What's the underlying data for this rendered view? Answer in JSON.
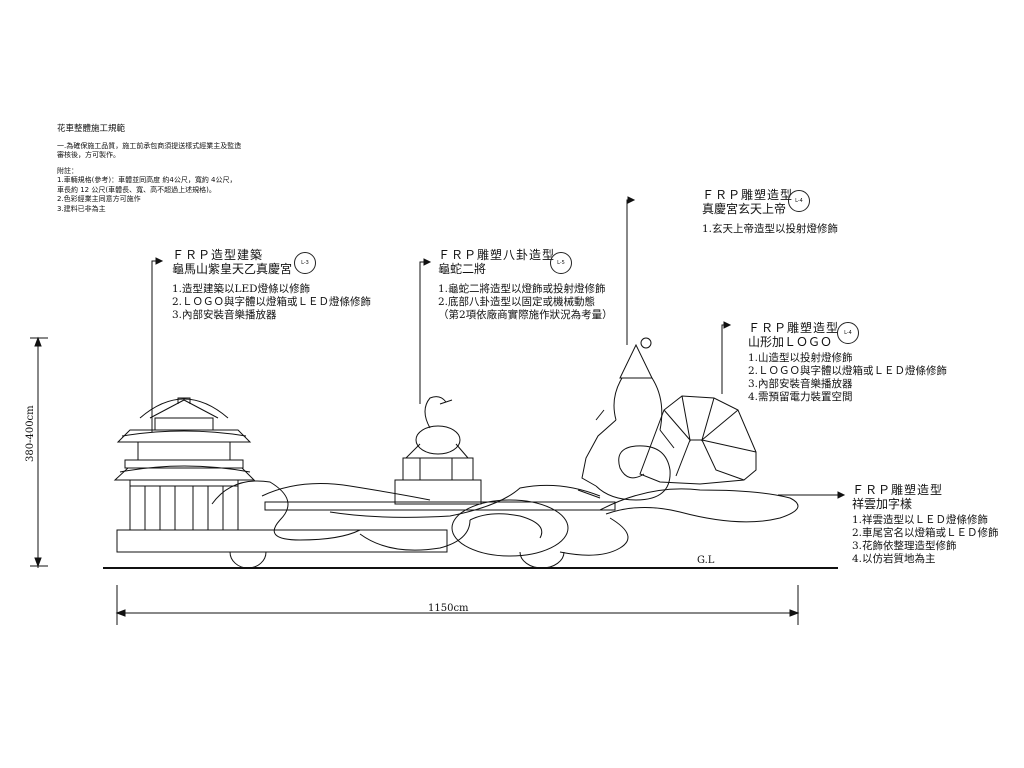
{
  "notes": {
    "title": "花車整體施工規範",
    "lines": [
      "一.為確保施工品質，施工前承包商須提送樣式經業主及監造",
      "審核後，方可製作。"
    ],
    "appendix_title": "附註：",
    "appendix": [
      "1.車輛規格(參考)：車體並同高度 約4公尺，寬約 4公尺，",
      "車長約 12 公尺(車體長、寬、高不超過上述規格)。",
      "2.色彩經業主同意方可施作",
      "3.建料已非為主"
    ]
  },
  "labels": [
    {
      "id": "L-3",
      "title": "ＦＲＰ造型建築",
      "subtitle": "龜馬山紫皇天乙真慶宮",
      "items": [
        "1.造型建築以LED燈條以修飾",
        "2.ＬＯＧＯ與字體以燈箱或ＬＥＤ燈條修飾",
        "3.內部安裝音樂播放器"
      ]
    },
    {
      "id": "L-5",
      "title": "ＦＲＰ雕塑八卦造型",
      "subtitle": "龜蛇二將",
      "items": [
        "1.龜蛇二將造型以燈飾或投射燈修飾",
        "2.底部八卦造型以固定或機械動態",
        "（第2項依廠商實際施作狀況為考量）"
      ]
    },
    {
      "id": "L-4",
      "title": "ＦＲＰ雕塑造型",
      "subtitle": "真慶宮玄天上帝",
      "items": [
        "1.玄天上帝造型以投射燈修飾"
      ]
    },
    {
      "id": "L-4",
      "title": "ＦＲＰ雕塑造型",
      "subtitle": "山形加ＬＯＧＯ",
      "items": [
        "1.山造型以投射燈修飾",
        "2.ＬＯＧＯ與字體以燈箱或ＬＥＤ燈條修飾",
        "3.內部安裝音樂播放器",
        "4.需預留電力裝置空間"
      ]
    },
    {
      "id": "",
      "title": "ＦＲＰ雕塑造型",
      "subtitle": "祥雲加字樣",
      "items": [
        "1.祥雲造型以ＬＥＤ燈條修飾",
        "2.車尾宮名以燈箱或ＬＥＤ修飾",
        "3.花飾依整理造型修飾",
        "4.以仿岩質地為主"
      ]
    }
  ],
  "dimensions": {
    "height": "380-400cm",
    "length": "1150cm",
    "ground": "G.L"
  }
}
